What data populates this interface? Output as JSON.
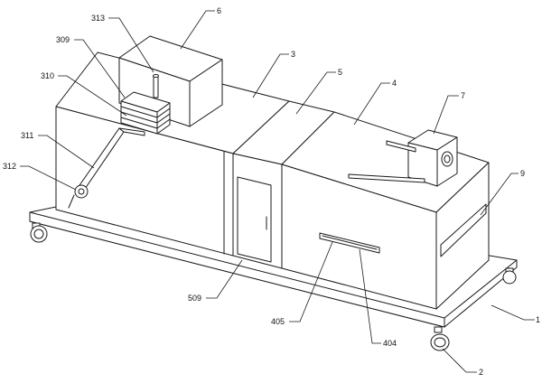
{
  "labels": {
    "l313": "313",
    "l6": "6",
    "l309": "309",
    "l3": "3",
    "l5": "5",
    "l4": "4",
    "l7": "7",
    "l310": "310",
    "l311": "311",
    "l312": "312",
    "l9": "9",
    "l509": "509",
    "l405": "405",
    "l404": "404",
    "l1": "1",
    "l2": "2"
  }
}
